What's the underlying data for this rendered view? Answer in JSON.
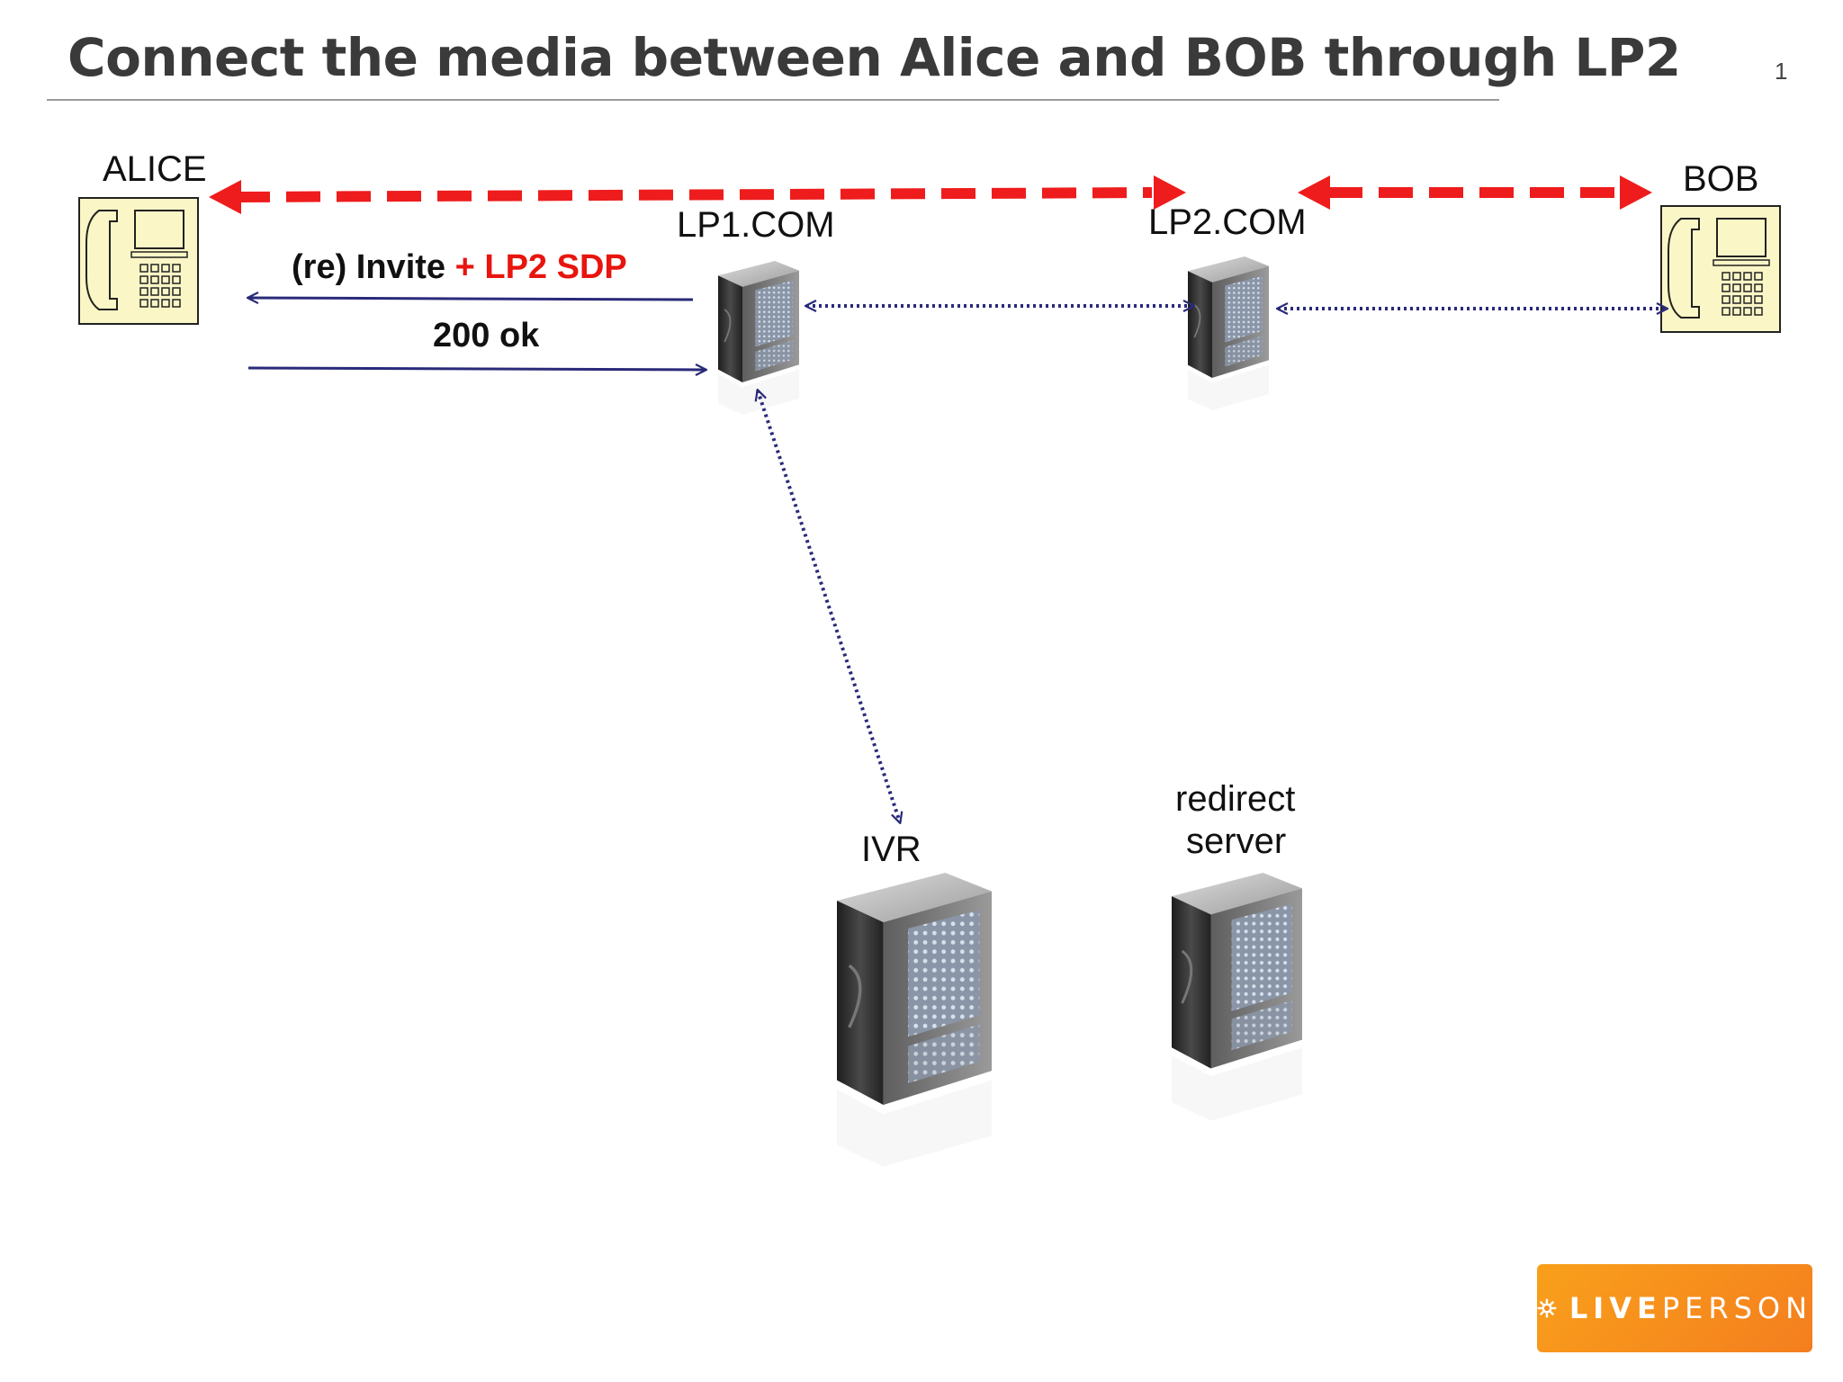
{
  "slide": {
    "title": "Connect the media between Alice and BOB through LP2",
    "number": "1"
  },
  "nodes": {
    "alice": "ALICE",
    "bob": "BOB",
    "lp1": "LP1.COM",
    "lp2": "LP2.COM",
    "ivr": "IVR",
    "redirect_line1": "redirect",
    "redirect_line2": "server"
  },
  "messages": {
    "reinvite_prefix": "(re) Invite ",
    "reinvite_highlight": "+ LP2 SDP",
    "ok": "200 ok"
  },
  "colors": {
    "media_path": "#ee1c1c",
    "signaling_line": "#2a2a7a",
    "phone_fill": "#fbf6c6",
    "highlight_text": "#e8150f",
    "logo_orange": "#f58b1f"
  },
  "logo": {
    "part1": "LIVE",
    "part2": "PERSON"
  }
}
